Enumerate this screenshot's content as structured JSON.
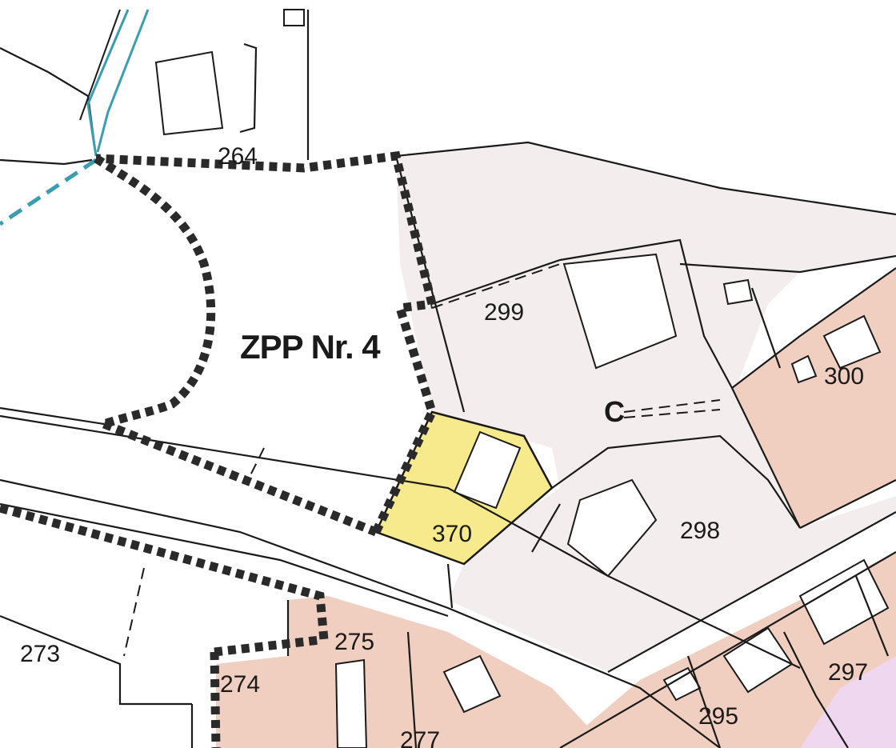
{
  "map": {
    "colors": {
      "background": "#ffffff",
      "parcel_light": "#f3eded",
      "parcel_pink": "#f0cfc0",
      "parcel_purple": "#efd7f0",
      "selected_parcel": "#f6ea8c",
      "line": "#1a1a1a",
      "zone_border": "#2a2a2a",
      "waterway": "#3a9db0"
    },
    "zone": {
      "label": "ZPP Nr. 4",
      "marker": "C"
    },
    "parcels": [
      {
        "id": "p264",
        "label": "264"
      },
      {
        "id": "p299",
        "label": "299"
      },
      {
        "id": "p300",
        "label": "300"
      },
      {
        "id": "p370",
        "label": "370",
        "selected": true
      },
      {
        "id": "p298",
        "label": "298"
      },
      {
        "id": "p273",
        "label": "273"
      },
      {
        "id": "p275",
        "label": "275"
      },
      {
        "id": "p274",
        "label": "274"
      },
      {
        "id": "p277",
        "label": "277"
      },
      {
        "id": "p295",
        "label": "295"
      },
      {
        "id": "p297",
        "label": "297"
      }
    ]
  }
}
